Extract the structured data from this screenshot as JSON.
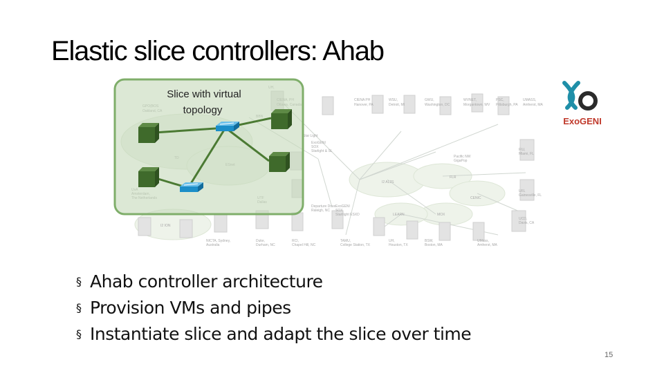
{
  "slide": {
    "title": "Elastic slice controllers: Ahab",
    "page_number": "15"
  },
  "logo": {
    "text": "ExoGENI",
    "colors": {
      "teal": "#1f8fa8",
      "dark": "#2b2b2b",
      "red": "#c0392b"
    }
  },
  "diagram": {
    "slice_label_line1": "Slice with virtual",
    "slice_label_line2": "topology",
    "slice_box_color": "#7fae6a",
    "vm_color": "#3f6a2b",
    "link_color": "#4b7a33",
    "switch_color": "#1c8ec8",
    "background_labels": [
      "UH,",
      "GPO(BOS",
      "Oakland, CA",
      "CIENA, PH",
      "Ottawa, Canada",
      "CIENA PH",
      "Hanover, PA",
      "WSU,",
      "Detroit, MI",
      "GWU,",
      "Washington, DC",
      "WVNET,",
      "Morgantown, WV",
      "PSC,",
      "Pittsburgh, PA",
      "UMASS,",
      "Amherst, MA",
      "BBN",
      "Star Light",
      "ExoGENI",
      "SOX",
      "Starlight & SL",
      "TD",
      "ESnet",
      "I2 AL2S",
      "FLR",
      "FIU,",
      "Miami, FL",
      "UFL",
      "Gainesville, FL",
      "UvA",
      "Amsterdam,",
      "The Netherlands",
      "UTF",
      "Dallas",
      "Departure Drive",
      "Raleigh, NC",
      "ExoGENI",
      "SOX",
      "Startlight ESXD",
      "LEARN",
      "MOX",
      "CENIC",
      "UCD,",
      "Davis, CA",
      "I2 ION",
      "NICTA, Sydney,",
      "Australia",
      "Duke,",
      "Durham, NC",
      "RCI,",
      "Chapel Hill, NC",
      "TAMU,",
      "College Station, TX",
      "UH,",
      "Houston, TX",
      "BSW,",
      "Boston, MA",
      "UMass,",
      "Amherst, MA",
      "Pacific NW",
      "GigaPop"
    ]
  },
  "bullets": [
    "Ahab controller architecture",
    "Provision VMs and pipes",
    "Instantiate slice and adapt the slice over time"
  ],
  "bullet_mark": "§"
}
